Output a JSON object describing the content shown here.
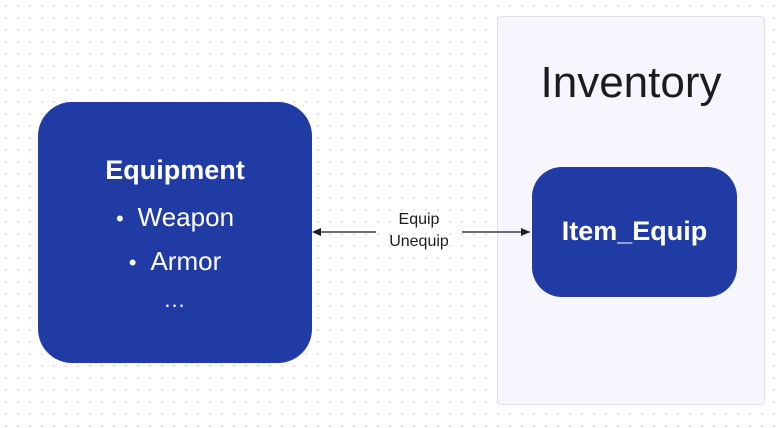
{
  "inventory": {
    "title": "Inventory"
  },
  "equipment": {
    "title": "Equipment",
    "items": [
      "Weapon",
      "Armor"
    ],
    "more": "..."
  },
  "item_node": {
    "label": "Item_Equip"
  },
  "edge": {
    "label_top": "Equip",
    "label_bottom": "Unequip"
  },
  "colors": {
    "node_fill": "#213ba4",
    "panel_fill": "#f7f5fd",
    "edge_stroke": "#1c1c1f"
  }
}
